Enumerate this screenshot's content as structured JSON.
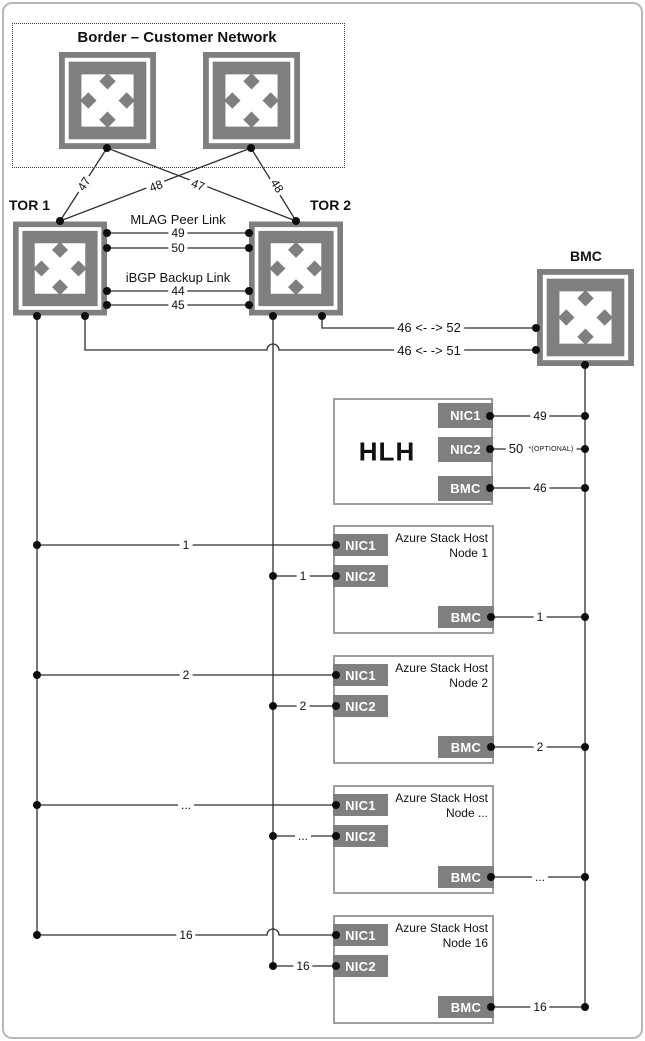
{
  "border_network": {
    "title": "Border – Customer Network"
  },
  "switches": {
    "tor1": "TOR 1",
    "tor2": "TOR 2",
    "bmc": "BMC"
  },
  "uplinks": {
    "b1_tor1": "47",
    "b2_tor1": "48",
    "b1_tor2": "47",
    "b2_tor2": "48"
  },
  "peer_links": {
    "mlag_header": "MLAG Peer Link",
    "mlag_port1": "49",
    "mlag_port2": "50",
    "ibgp_header": "iBGP Backup Link",
    "ibgp_port1": "44",
    "ibgp_port2": "45"
  },
  "bmc_links": {
    "tor2_bmc": "46 <- -> 52",
    "tor1_bmc": "46 <- -> 51"
  },
  "hlh": {
    "title": "HLH",
    "nic1": "NIC1",
    "nic2": "NIC2",
    "bmc": "BMC",
    "nic1_port": "49",
    "nic2_port": "50",
    "nic2_note": "*(OPTIONAL)",
    "bmc_port": "46"
  },
  "nodes": [
    {
      "title1": "Azure Stack Host",
      "title2": "Node 1",
      "nic1": "NIC1",
      "nic2": "NIC2",
      "bmc": "BMC",
      "nic1_port": "1",
      "nic2_port": "1",
      "bmc_port": "1"
    },
    {
      "title1": "Azure Stack Host",
      "title2": "Node 2",
      "nic1": "NIC1",
      "nic2": "NIC2",
      "bmc": "BMC",
      "nic1_port": "2",
      "nic2_port": "2",
      "bmc_port": "2"
    },
    {
      "title1": "Azure Stack Host",
      "title2": "Node ...",
      "nic1": "NIC1",
      "nic2": "NIC2",
      "bmc": "BMC",
      "nic1_port": "...",
      "nic2_port": "...",
      "bmc_port": "..."
    },
    {
      "title1": "Azure Stack Host",
      "title2": "Node 16",
      "nic1": "NIC1",
      "nic2": "NIC2",
      "bmc": "BMC",
      "nic1_port": "16",
      "nic2_port": "16",
      "bmc_port": "16"
    }
  ]
}
